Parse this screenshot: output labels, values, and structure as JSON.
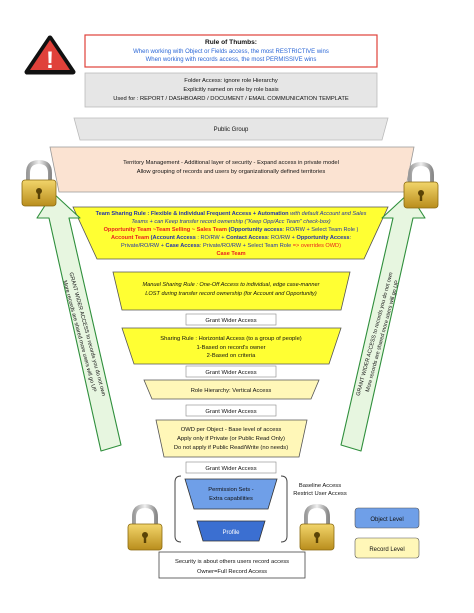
{
  "rule_box": {
    "title": "Rule of Thumbs:",
    "line1": "When working with Object or Fields access, the most RESTRICTIVE wins",
    "line2": "When working with records access, the most PERMISSIVE wins"
  },
  "folder_box": {
    "line1": "Folder Access: ignore role Hierarchy",
    "line2": "Explicitly named on role by role basis",
    "line3": "Used for : REPORT / DASHBOARD / DOCUMENT / EMAIL COMMUNICATION TEMPLATE"
  },
  "public_group": "Public Group",
  "territory": {
    "line1": "Territory Management - Additional layer of security - Expand access in private model",
    "line2": "Allow grouping of records  and users by organizationally defined territories"
  },
  "team_sharing": {
    "line1_bold": "Team Sharing Rule : Flexible & individual Frequent Access + Automation",
    "line1_rest": " with default  Account and Sales",
    "line2": "Teams + can Keep transfer record ownership (\"Keep Opp/Acc Team\" check-box)",
    "line3_red": "Opportunity Team ~Team Selling ~ Sales Team",
    "line3_bold": " (Opportunity access",
    "line3_rest": ": RO/RW + Select Team Role )",
    "line4_red": "Account Team",
    "line4_bold1": " (Account Access",
    "line4_mid": " : RO/RW + ",
    "line4_bold2": "Contact Access",
    "line4_mid2": ": RO/RW + ",
    "line4_bold3": "Opportunity Access",
    "line4_end": ":",
    "line5_a": "Private/RO/RW + ",
    "line5_bold": "Case Access",
    "line5_b": ": Private/RO/RW  + Select Team Role ",
    "line5_red": "=> overrides OWD)",
    "line6_red": "Case Team"
  },
  "manual_sharing": {
    "line1": "Manuel Sharing Rule : One-Off Access to individual, edge case-manner",
    "line2": "LOST during transfer record ownership (for Account and Opportunity)"
  },
  "grant_wider_access": "Grant Wider Access",
  "sharing_rule": {
    "line1": "Sharing Rule : Horizontal Access (to a group of people)",
    "line2": "1-Based on record's owner",
    "line3": "2-Based on criteria"
  },
  "role_hierarchy": "Role Hierarchy: Vertical Access",
  "owd": {
    "line1": "OWD per Object - Base level of access",
    "line2": "Apply only if Private (or Public Read Only)",
    "line3": "Do not apply if Public Read/Write (no needs)"
  },
  "permission_sets": {
    "line1": "Permission Sets -",
    "line2": "Extra capabilities"
  },
  "profile": "Profile",
  "baseline": {
    "line1": "Baseline Access",
    "line2": "Restrict User Access"
  },
  "legend": {
    "object_level": "Object Level",
    "record_level": "Record Level"
  },
  "bottom_box": {
    "line1": "Security is about others users record access",
    "line2": "Owner=Full Record Access"
  },
  "left_arrow": {
    "line1": "GRANT WIDER ACCESS to records you do not own",
    "line2": "More records are shared more users will go UP"
  },
  "right_arrow": {
    "line1": "GRANT WIDER ACCESS to records you do not own",
    "line2": "More records are shared more users will go UP"
  },
  "warning_icon": "!",
  "colors": {
    "rule_border": "#e0413a",
    "rule_blue": "#2a66d6",
    "grey_fill": "#e6e6e6",
    "territory_fill": "#fbe3d2",
    "yellow_fill": "#ffff33",
    "pale_yellow": "#fff7b8",
    "blue_fill": "#6f9fe8",
    "arrow_green": "#e7f6e0",
    "arrow_border": "#2f8f3c",
    "red_text": "#e82020",
    "lock_gold": "#c9a02a"
  }
}
